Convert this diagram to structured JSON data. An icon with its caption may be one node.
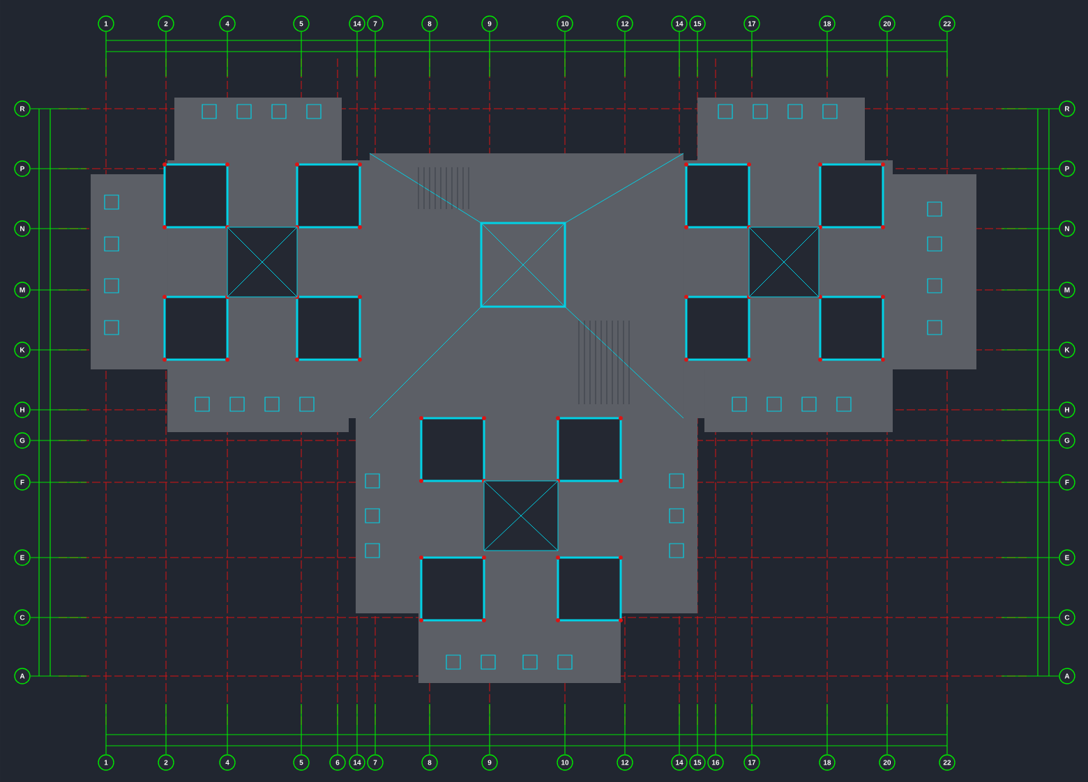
{
  "diagram": {
    "labels": [
      "1",
      "2",
      "4",
      "5",
      "14",
      "7",
      "8",
      "9",
      "10",
      "12",
      "14",
      "15",
      "17",
      "18",
      "20",
      "22",
      "R",
      "R",
      "P",
      "P",
      "N",
      "N",
      "M",
      "M",
      "K",
      "K",
      "H",
      "H",
      "G",
      "G",
      "F",
      "F",
      "E",
      "E",
      "C",
      "C",
      "A",
      "A",
      "1",
      "2",
      "4",
      "5",
      "6",
      "14",
      "7",
      "8",
      "9",
      "10",
      "12",
      "14",
      "15",
      "16",
      "17",
      "18",
      "20",
      "22"
    ]
  }
}
